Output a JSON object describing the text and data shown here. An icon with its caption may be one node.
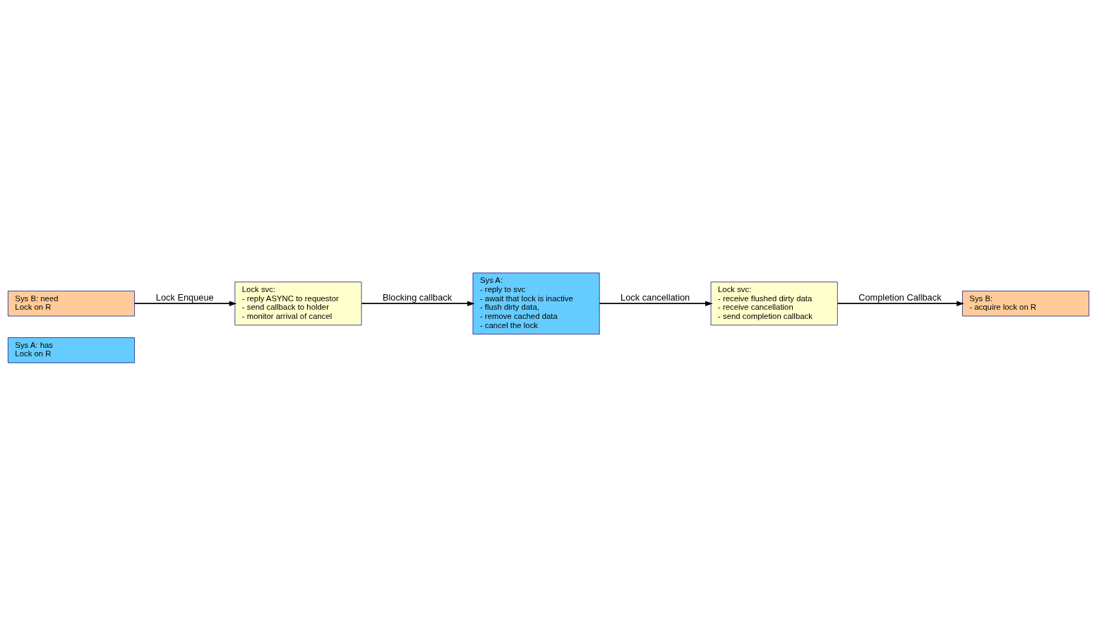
{
  "diagram": {
    "nodes": [
      {
        "text": [
          "Sys A: has",
          "Lock on R"
        ]
      },
      {
        "text": [
          "Sys B: need",
          "Lock on R"
        ]
      },
      {
        "text": [
          "Lock svc:",
          "- reply ASYNC to requestor",
          "- send callback to holder",
          "- monitor arrival of cancel"
        ]
      },
      {
        "text": [
          "Sys A:",
          "- reply to svc",
          "- await that lock is inactive",
          "- flush dirty data,",
          "- remove cached data",
          "- cancel the lock"
        ]
      },
      {
        "text": [
          "Lock svc:",
          "- receive flushed dirty data",
          "- receive cancellation",
          "- send completion callback"
        ]
      },
      {
        "text": [
          "Sys B:",
          "- acquire lock on R"
        ]
      }
    ],
    "edges": [
      {
        "from": 1,
        "to": 2,
        "arrow": "to",
        "label": "Lock Enqueue"
      },
      {
        "from": 2,
        "to": 3,
        "arrow": "to",
        "label": "Blocking callback"
      },
      {
        "from": 3,
        "to": 4,
        "arrow": "to",
        "label": "Lock cancellation"
      },
      {
        "from": 4,
        "to": 5,
        "arrow": "to",
        "label": "Completion Callback"
      }
    ]
  }
}
